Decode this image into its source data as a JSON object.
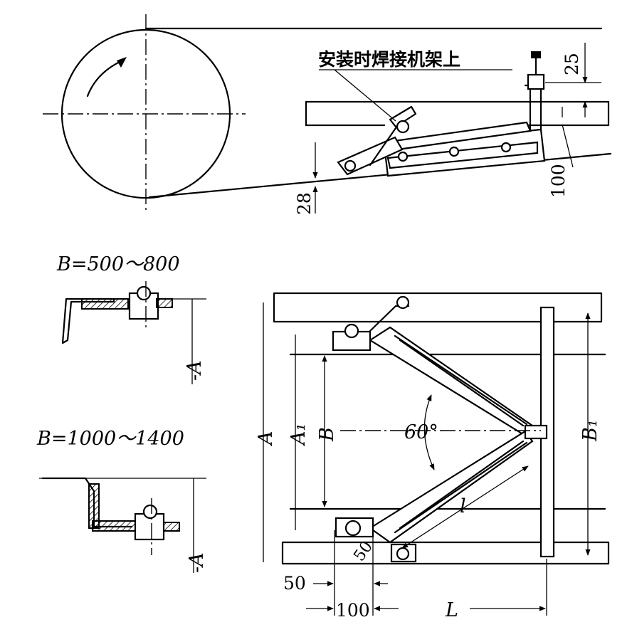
{
  "top_view": {
    "note_text": "安装时焊接机架上",
    "dim_25": "25",
    "dim_100": "100",
    "dim_28": "28"
  },
  "section_small": {
    "range_label_1": "B=500～800",
    "range_label_2": "B=1000～1400",
    "dim_A_1": "-A",
    "dim_A_2": "-A"
  },
  "plan_view": {
    "label_A": "A",
    "label_A1": "A₁",
    "label_B": "B",
    "label_B1": "B₁",
    "angle": "60°",
    "label_l": "l",
    "dim_50_diag": "50",
    "dim_50": "50",
    "dim_100": "100",
    "label_L": "L"
  }
}
